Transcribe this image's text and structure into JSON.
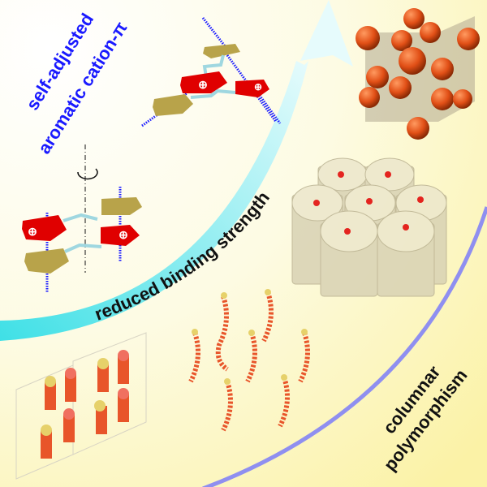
{
  "labels": {
    "top_line1": "self-adjusted",
    "top_line2": "aromatic cation-π",
    "arrow_label": "reduced binding strength",
    "bottom_line1": "columnar",
    "bottom_line2": "polymorphism"
  },
  "colors": {
    "blue_text": "#1a1aff",
    "arrow": "#4fe3e8",
    "arc": "#8f8ff0",
    "cation_ring": "#e00000",
    "aromatic_ring": "#b8a34a",
    "sphere": "#e8541c",
    "background": "#fdf7c2"
  },
  "symbols": {
    "cation_charge": "⊕"
  }
}
